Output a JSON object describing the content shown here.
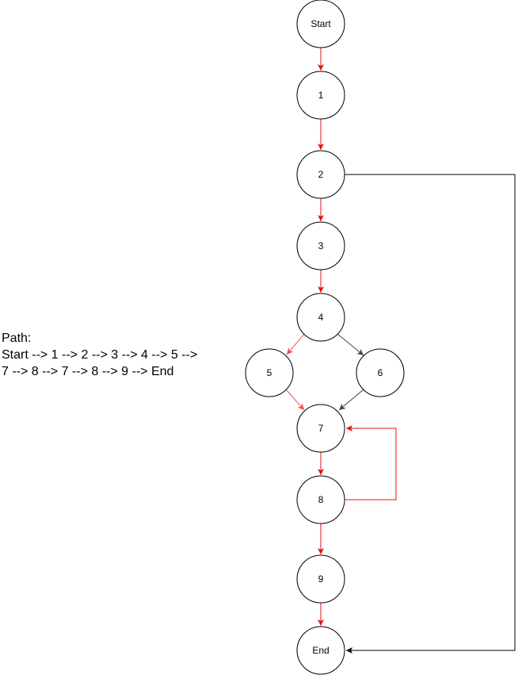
{
  "diagram": {
    "nodes": [
      {
        "id": "start",
        "label": "Start"
      },
      {
        "id": "n1",
        "label": "1"
      },
      {
        "id": "n2",
        "label": "2"
      },
      {
        "id": "n3",
        "label": "3"
      },
      {
        "id": "n4",
        "label": "4"
      },
      {
        "id": "n5",
        "label": "5"
      },
      {
        "id": "n6",
        "label": "6"
      },
      {
        "id": "n7",
        "label": "7"
      },
      {
        "id": "n8",
        "label": "8"
      },
      {
        "id": "n9",
        "label": "9"
      },
      {
        "id": "end",
        "label": "End"
      }
    ],
    "edges": [
      {
        "from": "start",
        "to": "n1",
        "color": "#e01010"
      },
      {
        "from": "n1",
        "to": "n2",
        "color": "#e01010"
      },
      {
        "from": "n2",
        "to": "n3",
        "color": "#e01010"
      },
      {
        "from": "n3",
        "to": "n4",
        "color": "#e01010"
      },
      {
        "from": "n4",
        "to": "n5",
        "color": "#f05050"
      },
      {
        "from": "n4",
        "to": "n6",
        "color": "#444444"
      },
      {
        "from": "n5",
        "to": "n7",
        "color": "#f05050"
      },
      {
        "from": "n6",
        "to": "n7",
        "color": "#444444"
      },
      {
        "from": "n7",
        "to": "n8",
        "color": "#e01010"
      },
      {
        "from": "n8",
        "to": "n7",
        "color": "#e01010"
      },
      {
        "from": "n8",
        "to": "n9",
        "color": "#e01010"
      },
      {
        "from": "n9",
        "to": "end",
        "color": "#e01010"
      },
      {
        "from": "n2",
        "to": "end",
        "color": "#000000"
      }
    ]
  },
  "path_text": {
    "line1": "Path:",
    "line2": "Start --> 1 --> 2 --> 3 --> 4 --> 5 -->",
    "line3": "7 --> 8 --> 7 --> 8 --> 9 --> End"
  },
  "colors": {
    "node_stroke": "#000000",
    "node_fill": "#ffffff",
    "highlight_path": "#e01010",
    "alt_branch": "#444444"
  }
}
